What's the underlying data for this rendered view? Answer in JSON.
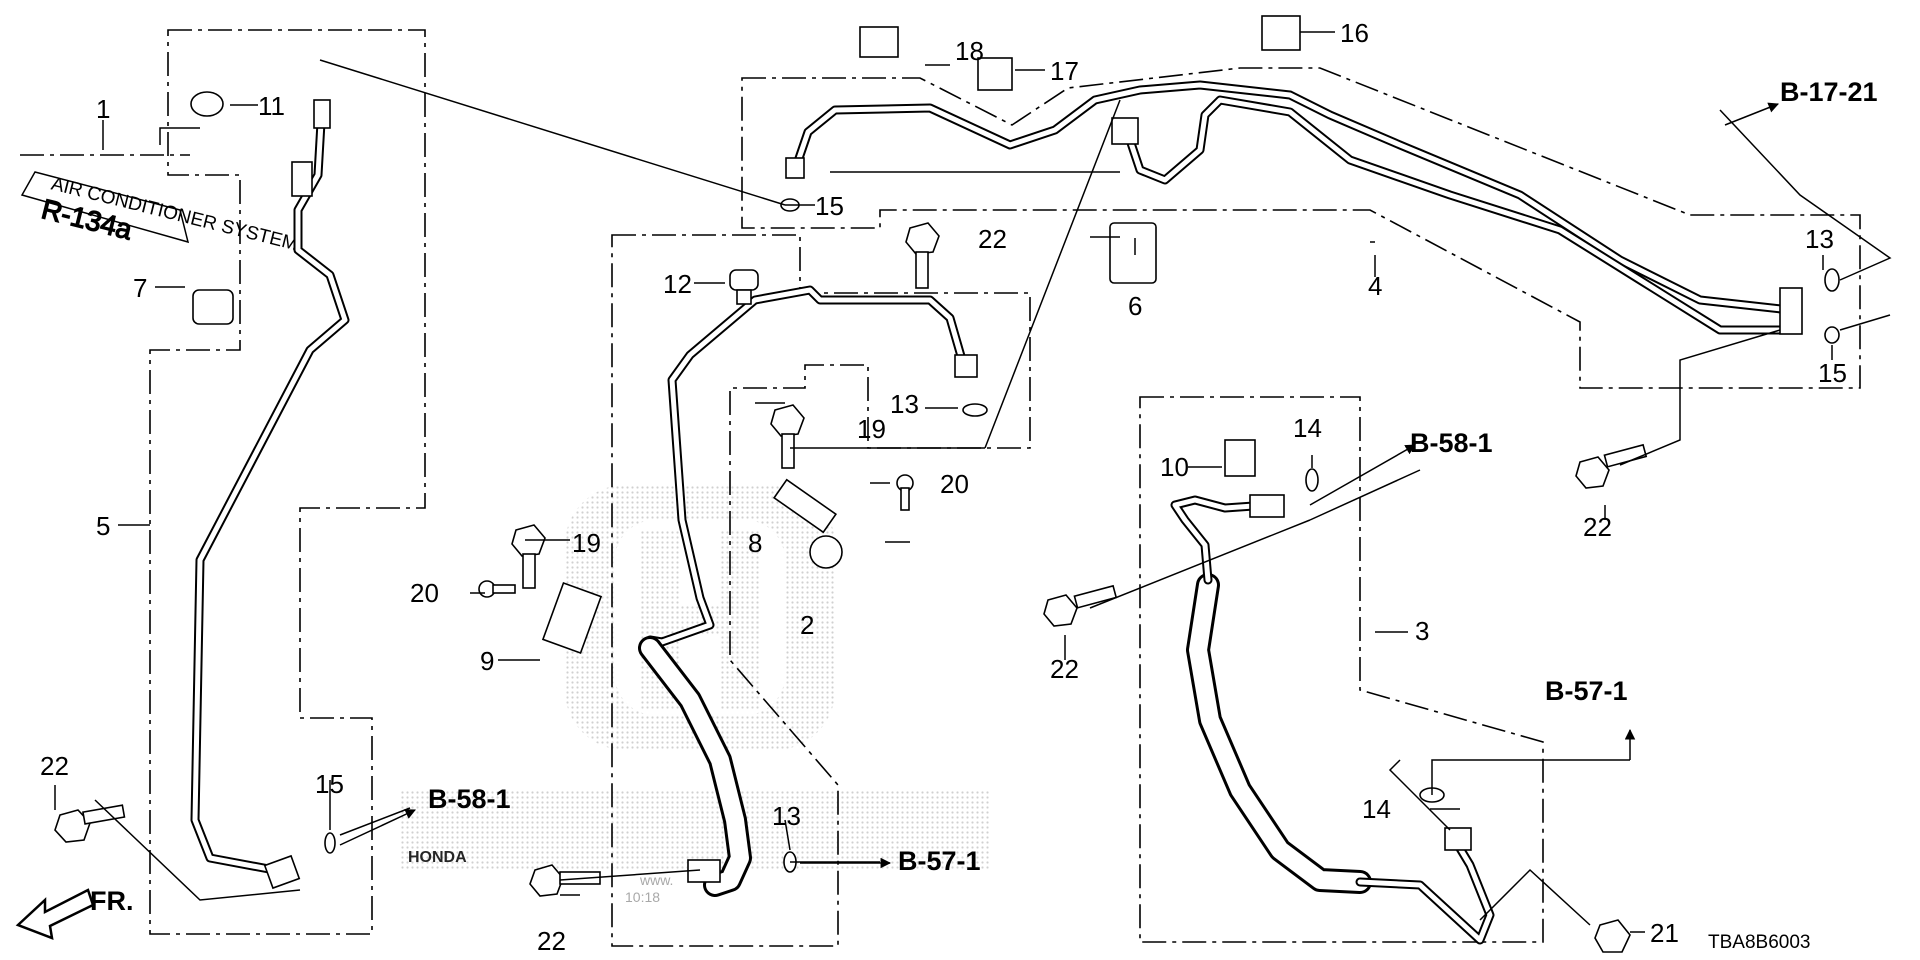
{
  "diagram": {
    "code": "TBA8B6003",
    "direction_label": "FR.",
    "sticker": {
      "line1": "AIR CONDITIONER SYSTEM",
      "line2": "R-134a"
    },
    "watermark": {
      "brand": "HONDA",
      "line1": "www.",
      "line2": "10:18"
    },
    "parts": [
      {
        "num": "1"
      },
      {
        "num": "2"
      },
      {
        "num": "3"
      },
      {
        "num": "4"
      },
      {
        "num": "5"
      },
      {
        "num": "6"
      },
      {
        "num": "7"
      },
      {
        "num": "8"
      },
      {
        "num": "9"
      },
      {
        "num": "10"
      },
      {
        "num": "11"
      },
      {
        "num": "12"
      },
      {
        "num": "13"
      },
      {
        "num": "13"
      },
      {
        "num": "13"
      },
      {
        "num": "14"
      },
      {
        "num": "14"
      },
      {
        "num": "15"
      },
      {
        "num": "15"
      },
      {
        "num": "15"
      },
      {
        "num": "16"
      },
      {
        "num": "17"
      },
      {
        "num": "18"
      },
      {
        "num": "19"
      },
      {
        "num": "19"
      },
      {
        "num": "20"
      },
      {
        "num": "20"
      },
      {
        "num": "21"
      },
      {
        "num": "22"
      },
      {
        "num": "22"
      },
      {
        "num": "22"
      },
      {
        "num": "22"
      },
      {
        "num": "22"
      }
    ],
    "refs": [
      "B-17-21",
      "B-58-1",
      "B-58-1",
      "B-57-1",
      "B-57-1"
    ]
  }
}
